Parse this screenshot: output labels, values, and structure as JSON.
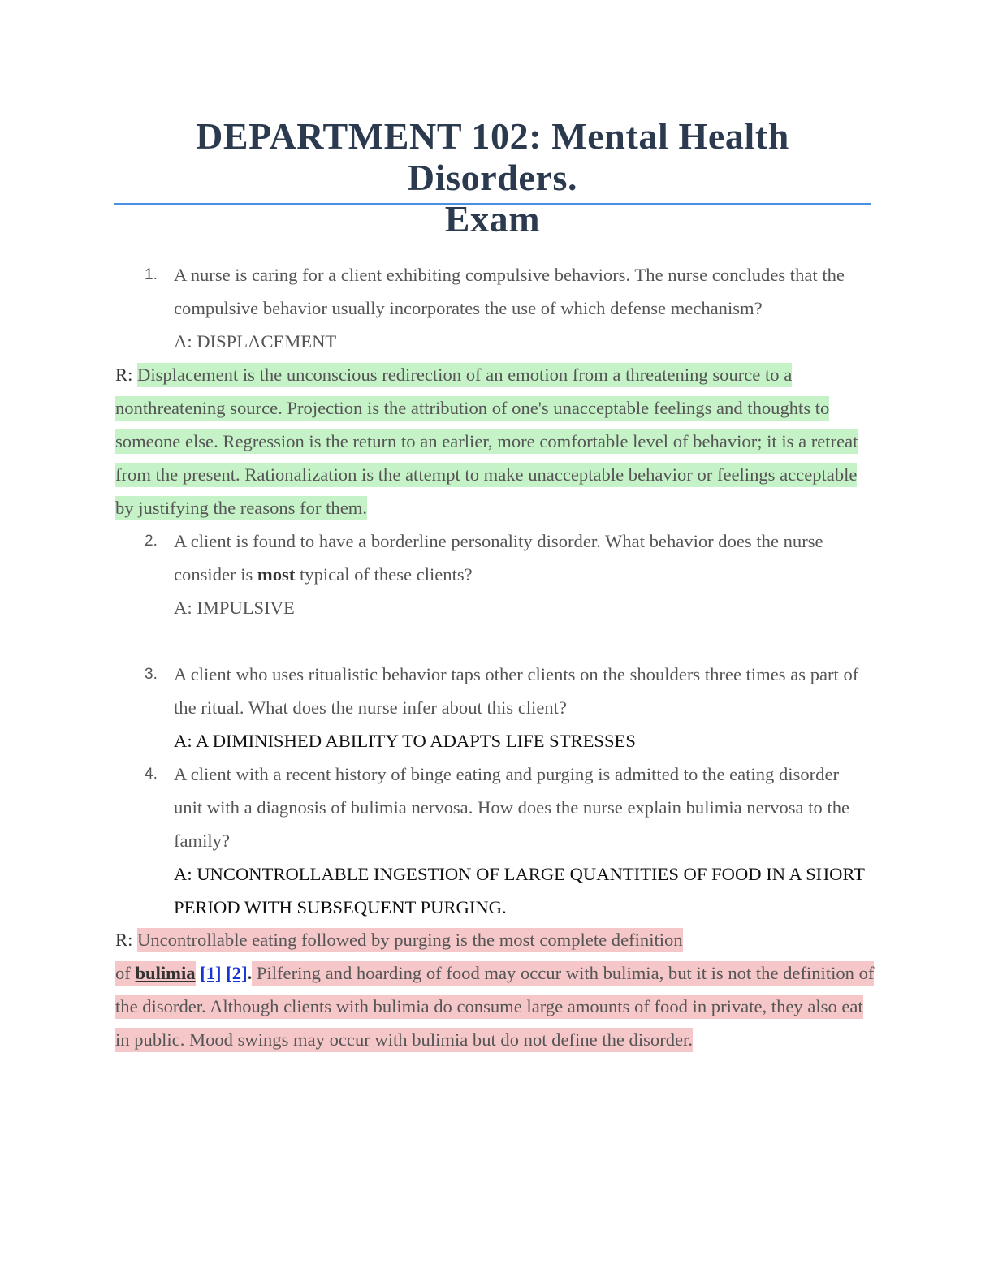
{
  "document": {
    "title_line1": "DEPARTMENT 102: Mental Health Disorders.",
    "title_line2": "Exam"
  },
  "questions": [
    {
      "number": "1.",
      "text": "A nurse is caring for a client exhibiting compulsive behaviors. The nurse concludes that the compulsive behavior usually incorporates the use of which defense mechanism?",
      "answer": "A: DISPLACEMENT"
    },
    {
      "number": "2.",
      "text_before": "A client is found to have a borderline personality disorder. What behavior does the nurse consider is ",
      "text_bold": "most",
      "text_after": " typical of these clients?",
      "answer": "A: IMPULSIVE"
    },
    {
      "number": "3.",
      "text": "A client who uses ritualistic behavior taps other clients on the shoulders three times as part of the ritual. What does the nurse infer about this client?",
      "answer": "A: A DIMINISHED ABILITY TO ADAPTS LIFE STRESSES"
    },
    {
      "number": "4.",
      "text": "A client with a recent history of binge eating and purging is admitted to the eating disorder unit with a diagnosis of bulimia nervosa. How does the nurse explain bulimia nervosa to the family?",
      "answer": "A: UNCONTROLLABLE INGESTION OF LARGE QUANTITIES OF FOOD IN A SHORT PERIOD WITH SUBSEQUENT PURGING."
    }
  ],
  "rationales": {
    "label": "R:",
    "r1": "Displacement is the unconscious redirection of an emotion from a threatening source to a nonthreatening source. Projection is the attribution of one's unacceptable feelings and thoughts to someone else. Regression is the return to an earlier, more comfortable level of behavior; it is a retreat from the present. Rationalization is the attempt to make unacceptable behavior or feelings acceptable by justifying the reasons for them.",
    "r4_part1": "Uncontrollable eating followed by purging is the most complete definition",
    "r4_of": "of ",
    "r4_keyword": "bulimia",
    "r4_ref1": "[1]",
    "r4_ref2": "[2]",
    "r4_dot": ".",
    "r4_part2": " Pilfering and hoarding of food may occur with bulimia, but it is not the definition of the disorder. Although clients with bulimia do consume large amounts of food in private, they also eat in public. Mood swings may occur with bulimia but do not define the disorder."
  },
  "colors": {
    "title": "#2b3a4e",
    "rule": "#4a90e2",
    "highlight_green": "#c6f2c8",
    "highlight_red": "#f5c7c9",
    "link": "#1a35d6"
  }
}
